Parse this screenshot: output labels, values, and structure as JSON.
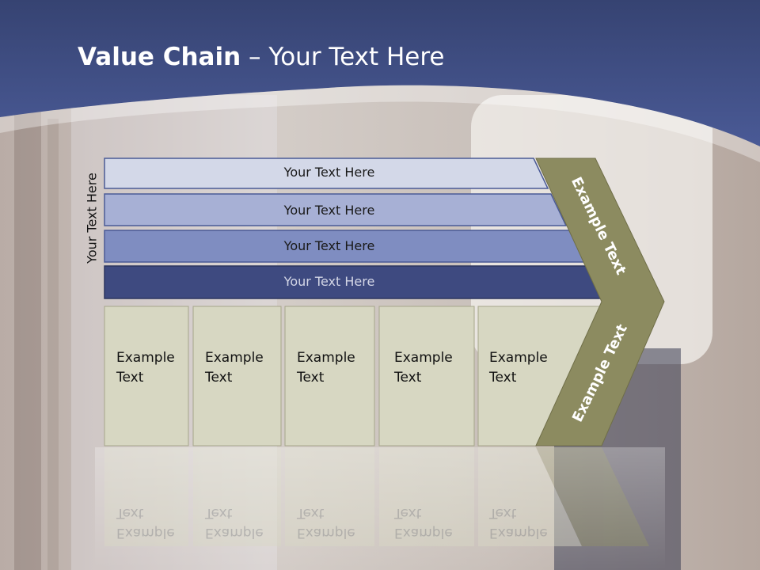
{
  "title": {
    "bold": "Value Chain",
    "rest": "– Your Text Here"
  },
  "side_label": "Your Text Here",
  "bars": [
    {
      "label": "Your Text Here"
    },
    {
      "label": "Your Text Here"
    },
    {
      "label": "Your Text Here"
    },
    {
      "label": "Your Text Here"
    }
  ],
  "boxes": [
    {
      "line1": "Example",
      "line2": "Text"
    },
    {
      "line1": "Example",
      "line2": "Text"
    },
    {
      "line1": "Example",
      "line2": "Text"
    },
    {
      "line1": "Example",
      "line2": "Text"
    },
    {
      "line1": "Example",
      "line2": "Text"
    }
  ],
  "chevron": {
    "upper_label": "Example Text",
    "lower_label": "Example Text"
  },
  "colors": {
    "header": "#3f5088",
    "bar1": "#d3d8e8",
    "bar2": "#a7b0d5",
    "bar3": "#7f8dc1",
    "bar4": "#3e4a80",
    "box": "#d7d7c2",
    "chevron": "#8c8b60"
  }
}
